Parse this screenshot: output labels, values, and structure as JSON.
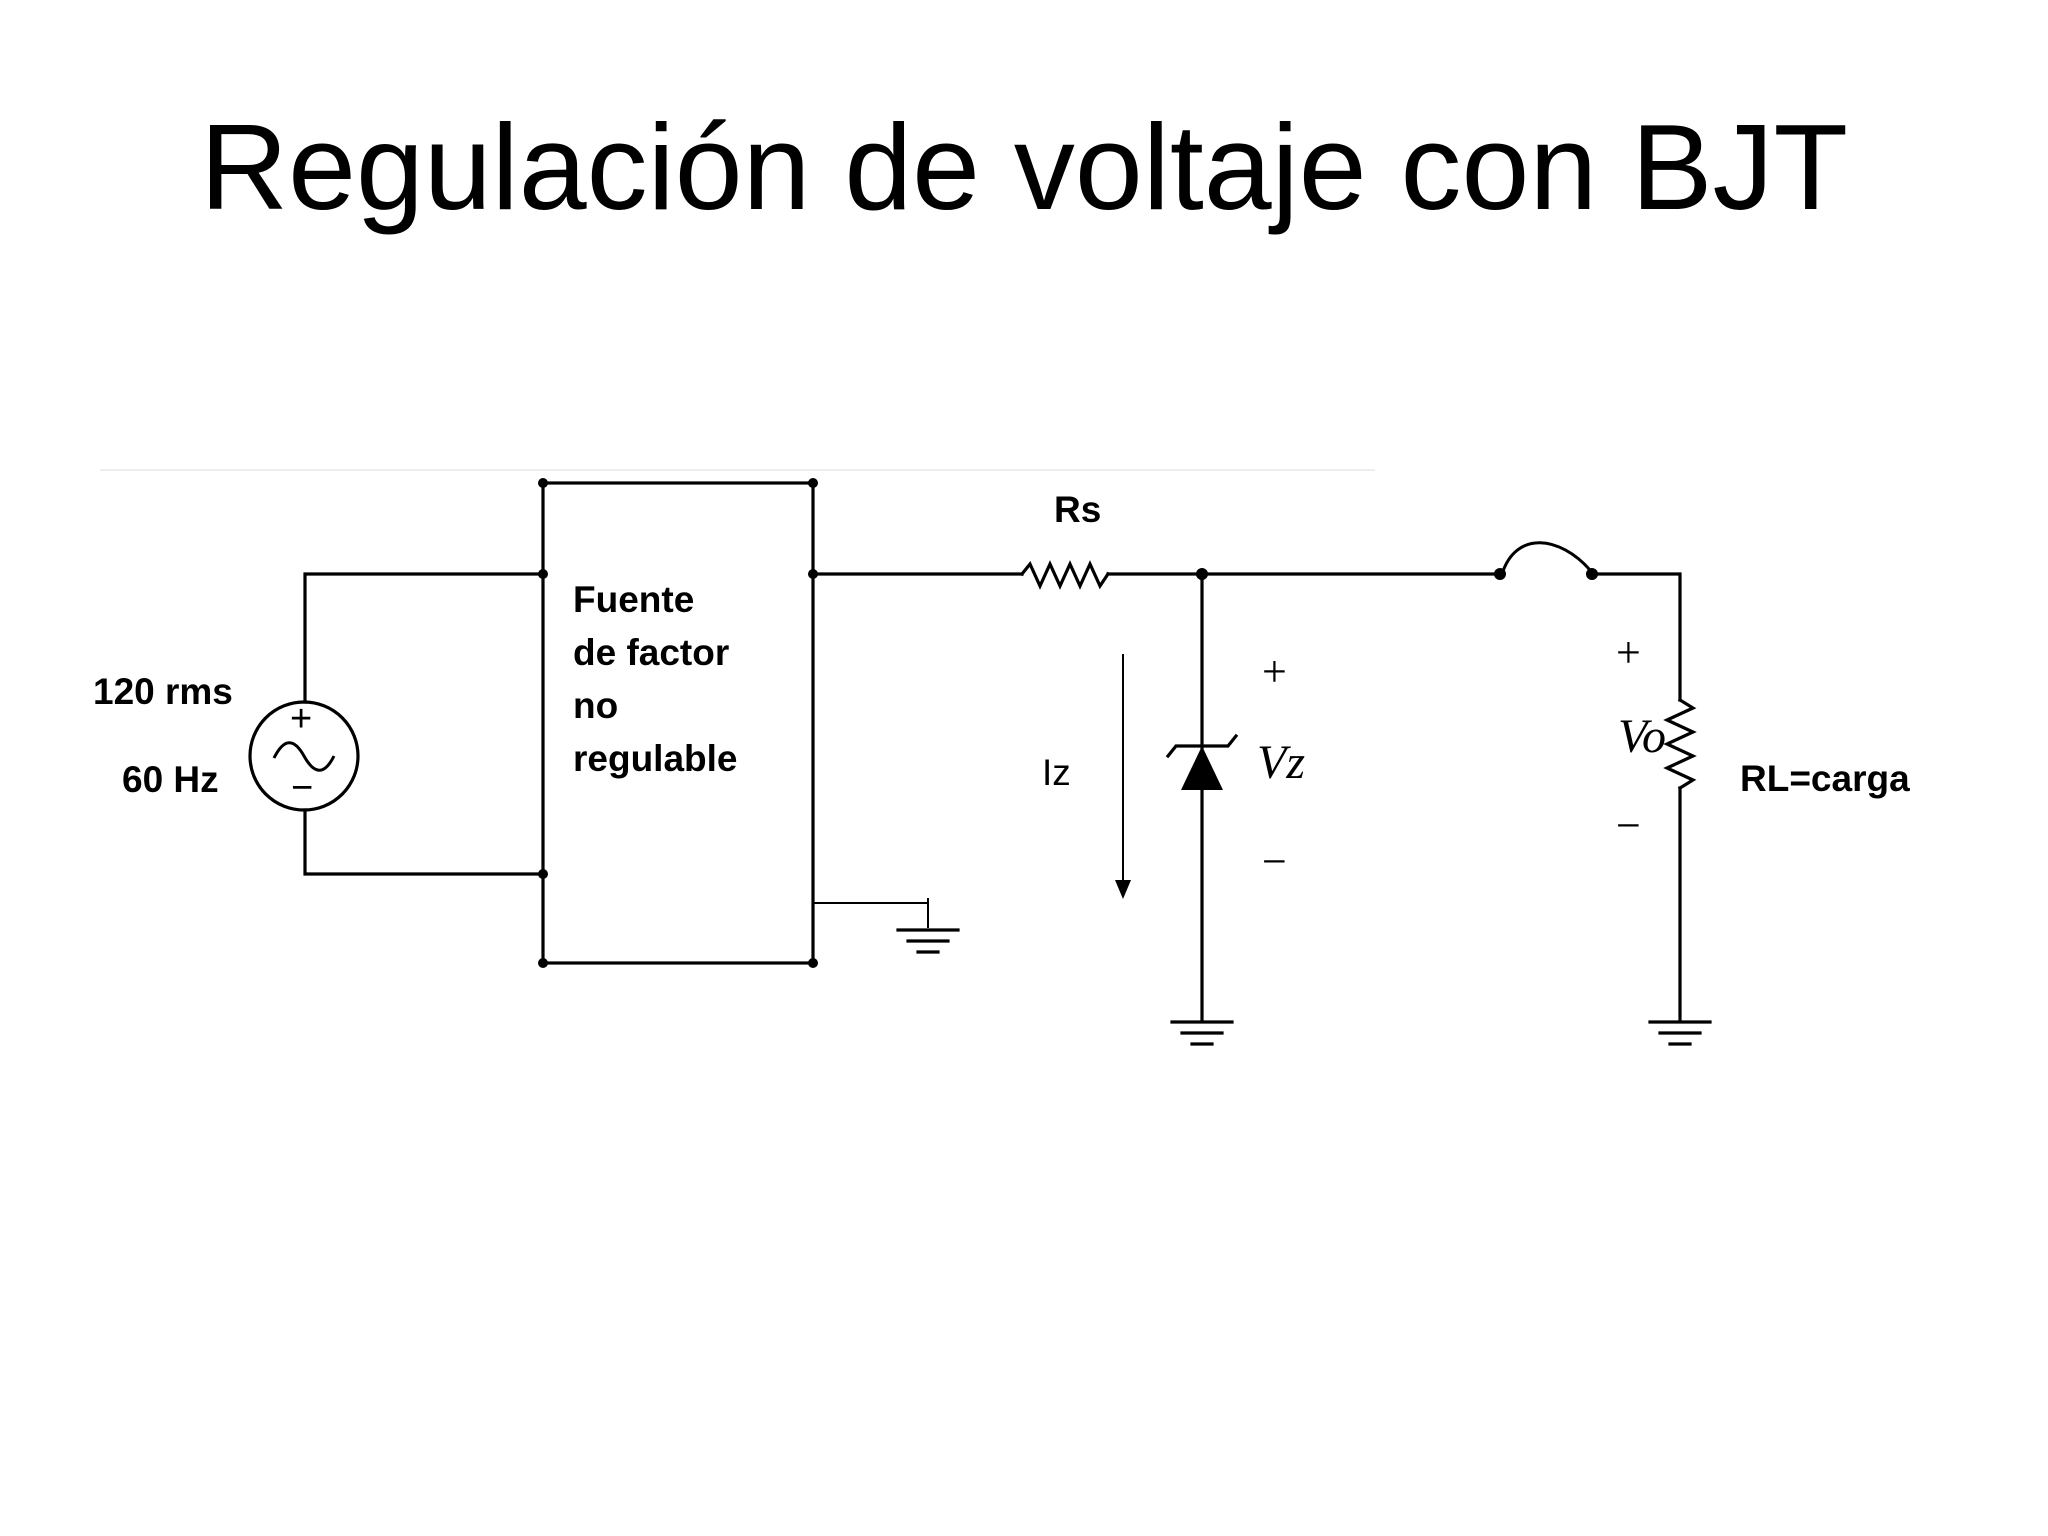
{
  "title": "Regulación de voltaje con BJT",
  "source": {
    "voltage_label": "120 rms",
    "frequency_label": "60 Hz",
    "plus_sign": "+",
    "minus_sign": "−"
  },
  "block": {
    "lines": [
      "Fuente",
      "de factor",
      "no",
      "regulable"
    ]
  },
  "series_resistor": {
    "label": "Rs"
  },
  "zener": {
    "current_label": "Iz",
    "voltage_label": "Vz",
    "plus_sign": "+",
    "minus_sign": "−"
  },
  "load": {
    "voltage_label": "Vo",
    "resistor_label": "RL=carga",
    "plus_sign": "+",
    "minus_sign": "−"
  },
  "icons": [
    "ac-source-icon",
    "resistor-icon",
    "zener-diode-icon",
    "switch-icon",
    "ground-icon",
    "arrow-down-icon"
  ]
}
